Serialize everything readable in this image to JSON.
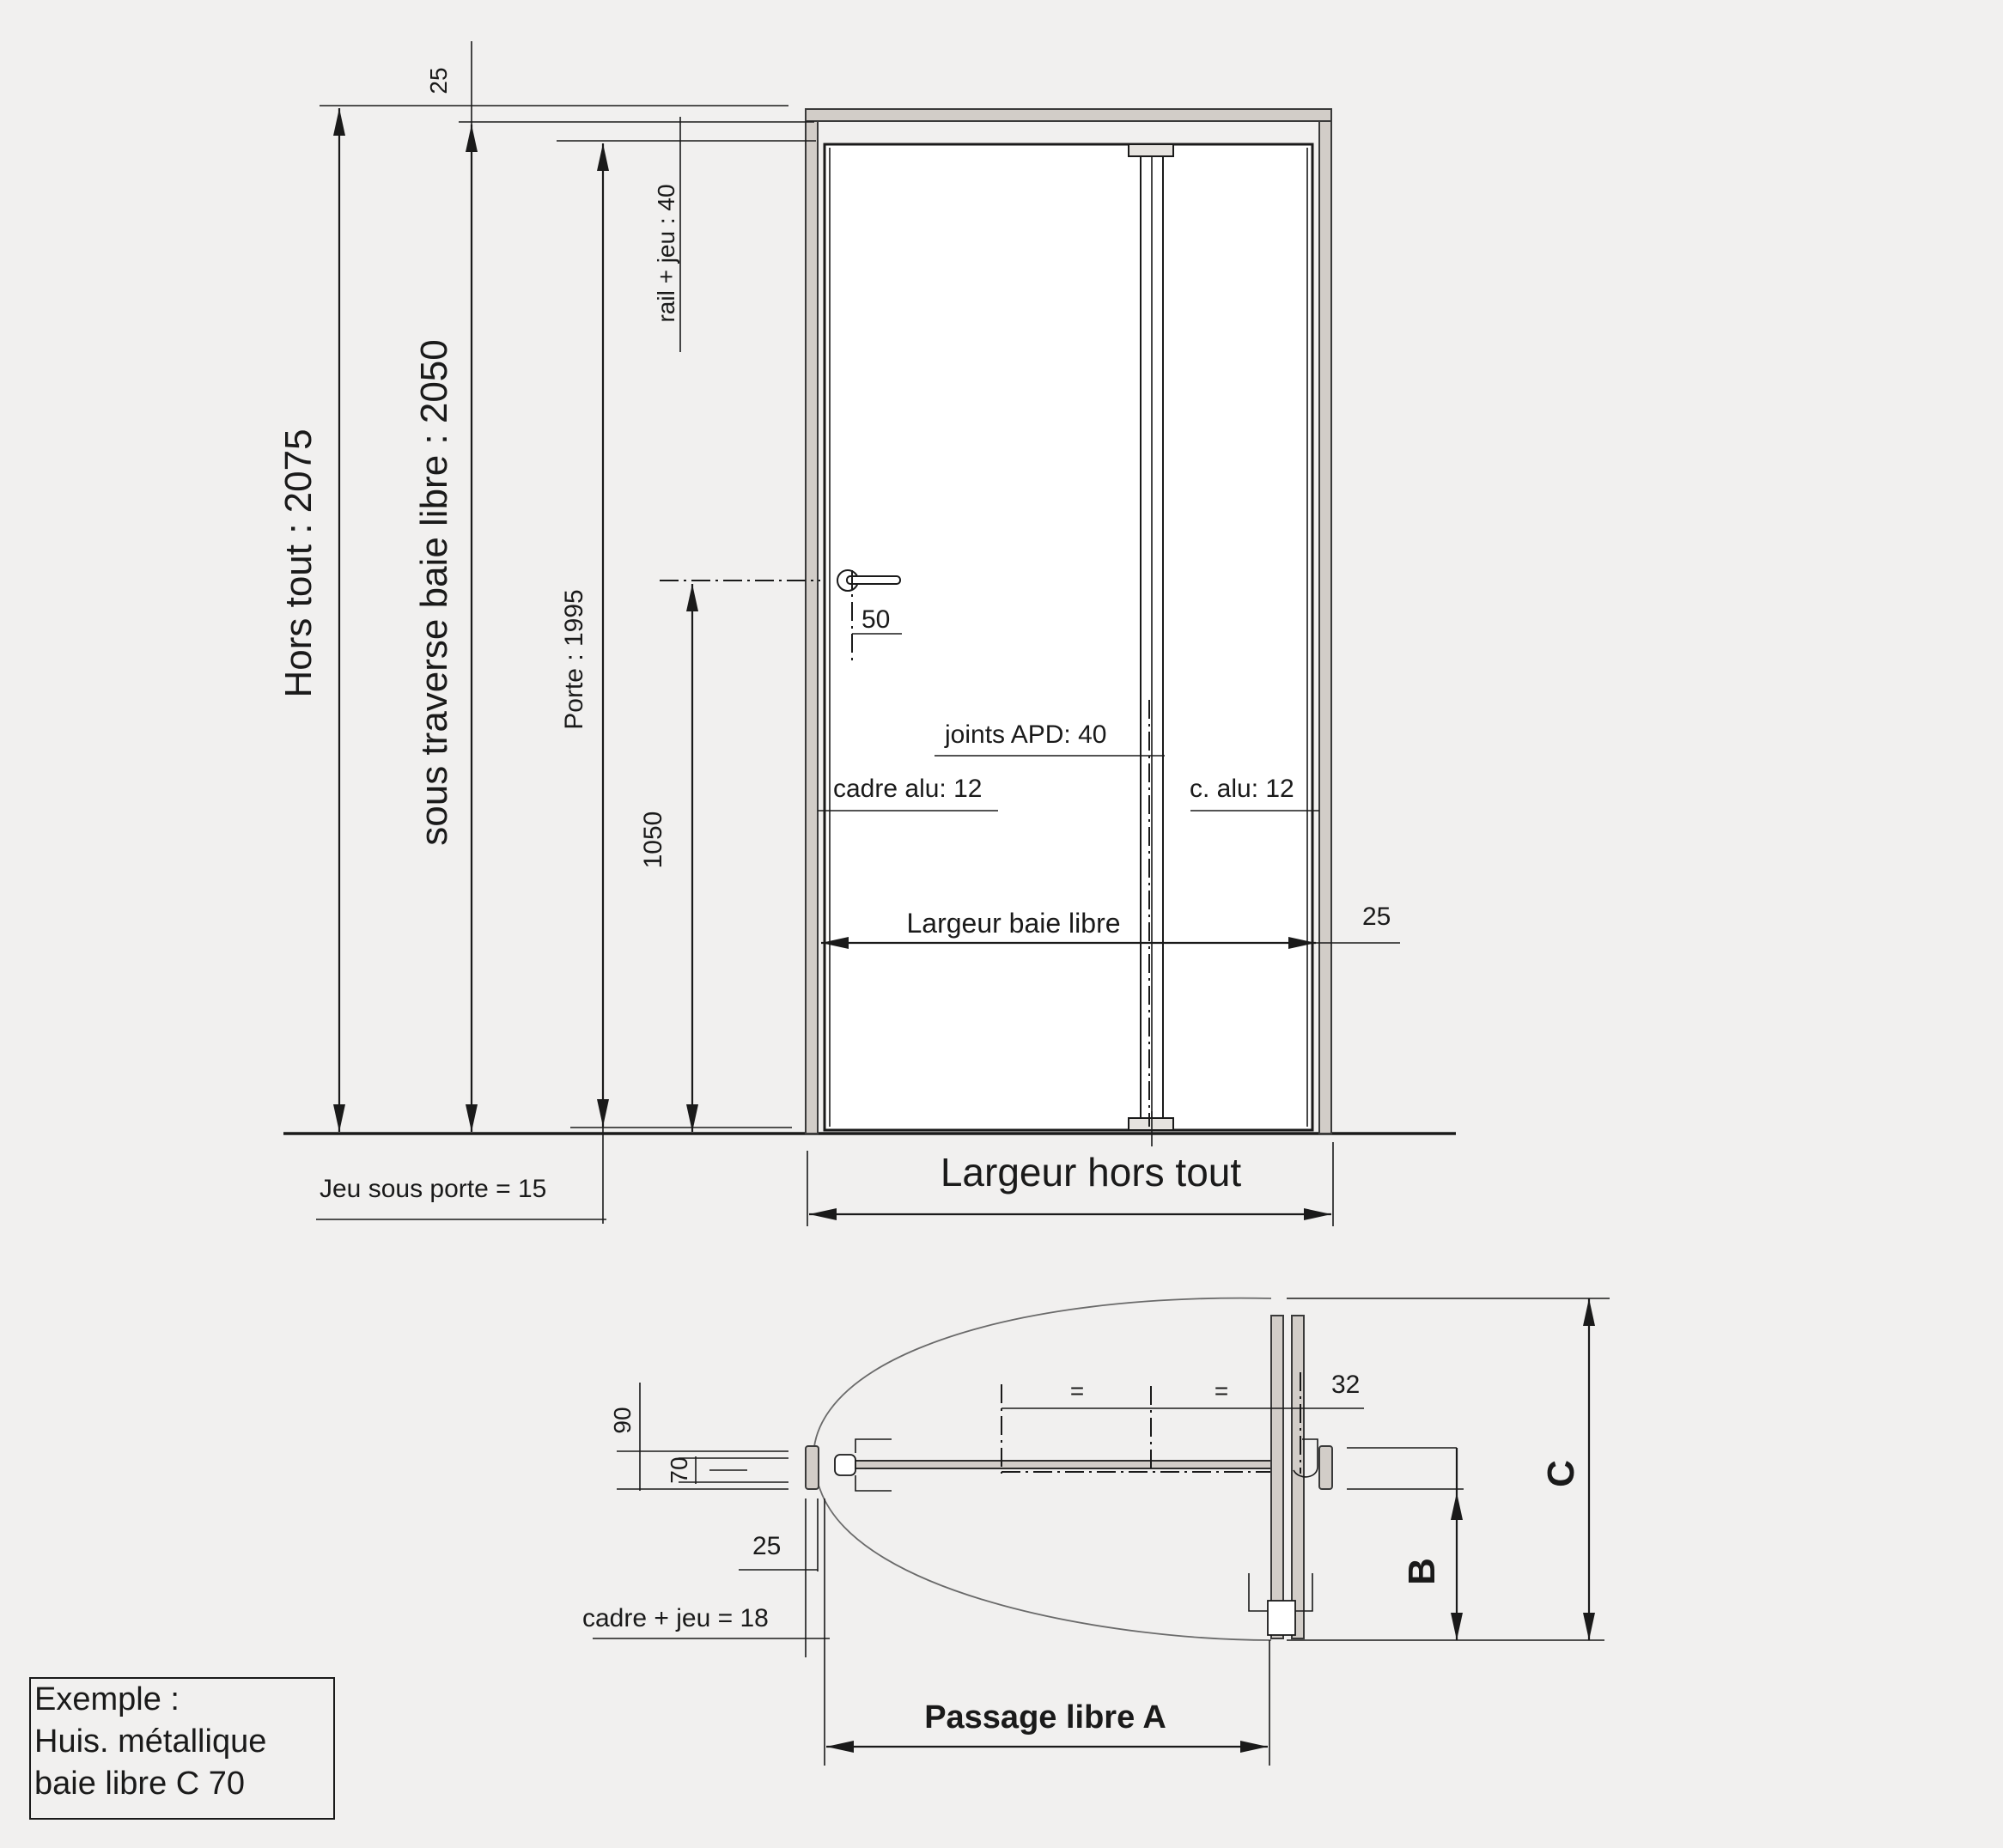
{
  "elevation": {
    "overall_height": "Hors tout : 2075",
    "clear_height": "sous traverse baie libre : 2050",
    "door_height": "Porte : 1995",
    "rail_gap": "rail + jeu : 40",
    "top_offset": "25",
    "handle_height": "1050",
    "handle_offset": "50",
    "seal": "joints APD: 40",
    "frame_left": "cadre alu: 12",
    "frame_right": "c. alu: 12",
    "clear_width": "Largeur baie libre",
    "side_offset": "25",
    "overall_width": "Largeur hors tout",
    "floor_gap": "Jeu sous porte = 15"
  },
  "plan": {
    "equal_left": "=",
    "equal_right": "=",
    "depth_32": "32",
    "dim_90": "90",
    "dim_70": "70",
    "dim_25": "25",
    "frame_clearance": "cadre + jeu = 18",
    "label_b": "B",
    "label_c": "C",
    "clear_passage": "Passage libre A"
  },
  "legend": {
    "line1": "Exemple :",
    "line2": "Huis. métallique",
    "line3": "baie libre  C 70"
  }
}
